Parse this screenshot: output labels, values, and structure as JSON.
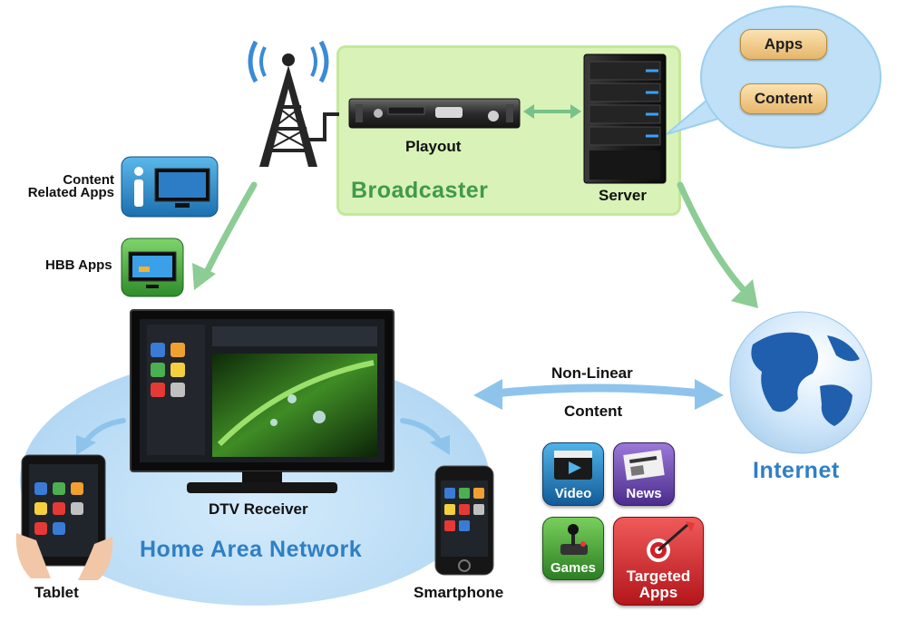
{
  "broadcaster": {
    "title": "Broadcaster",
    "playout_label": "Playout",
    "server_label": "Server"
  },
  "bubble": {
    "items": [
      "Apps",
      "Content"
    ]
  },
  "side_apps": {
    "content_related_apps": [
      "Content",
      "Related Apps"
    ],
    "hbb_apps": "HBB Apps"
  },
  "home_network": {
    "title": "Home Area Network",
    "receiver_label": "DTV Receiver",
    "tablet_label": "Tablet",
    "smartphone_label": "Smartphone"
  },
  "link": {
    "line1": "Non-Linear",
    "line2": "Content"
  },
  "internet": {
    "label": "Internet"
  },
  "tiles": {
    "video": "Video",
    "news": "News",
    "games": "Games",
    "targeted": [
      "Targeted",
      "Apps"
    ]
  },
  "colors": {
    "broadcaster_bg": "#d9f2b7",
    "broadcaster_title": "#3f9a4a",
    "network_title": "#2f7fc4",
    "arrow_green": "#8ccc95",
    "arrow_blue": "#8ec4ec"
  }
}
